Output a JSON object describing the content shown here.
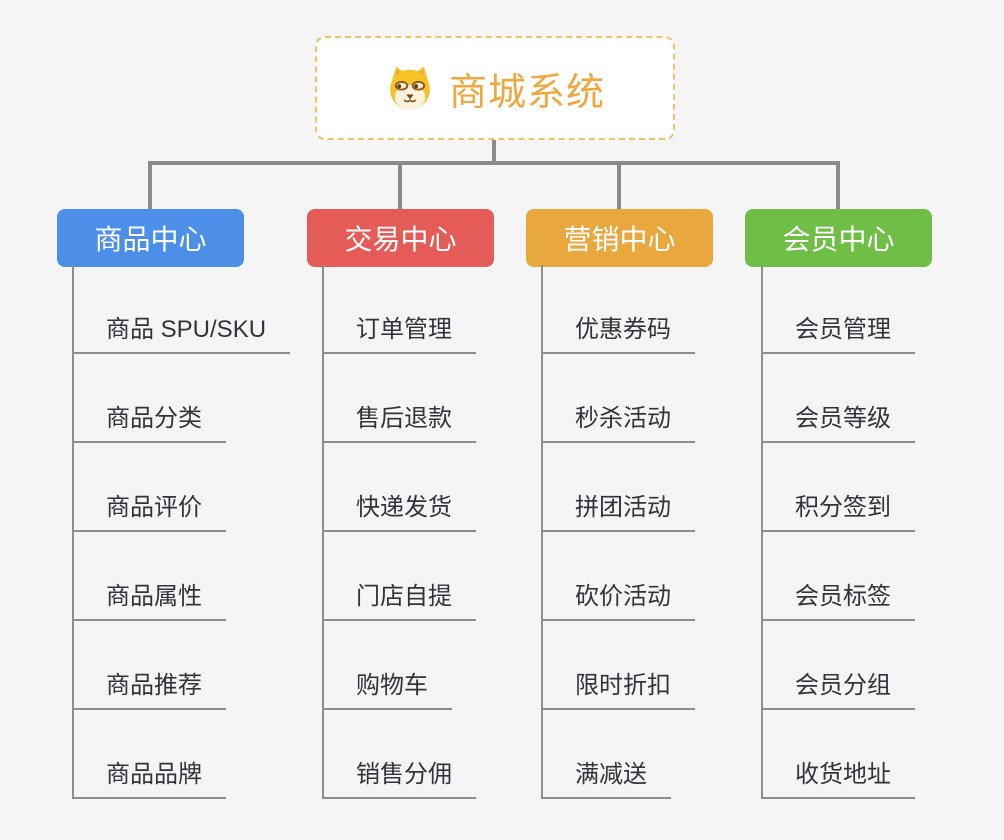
{
  "root": {
    "title": "商城系统",
    "icon": "shiba-dog-icon"
  },
  "branches": [
    {
      "label": "商品中心",
      "color": "#4b8fe8",
      "children": [
        "商品 SPU/SKU",
        "商品分类",
        "商品评价",
        "商品属性",
        "商品推荐",
        "商品品牌"
      ]
    },
    {
      "label": "交易中心",
      "color": "#e45b58",
      "children": [
        "订单管理",
        "售后退款",
        "快递发货",
        "门店自提",
        "购物车",
        "销售分佣"
      ]
    },
    {
      "label": "营销中心",
      "color": "#e9a83e",
      "children": [
        "优惠券码",
        "秒杀活动",
        "拼团活动",
        "砍价活动",
        "限时折扣",
        "满减送"
      ]
    },
    {
      "label": "会员中心",
      "color": "#6fbe46",
      "children": [
        "会员管理",
        "会员等级",
        "积分签到",
        "会员标签",
        "会员分组",
        "收货地址"
      ]
    }
  ],
  "style_tokens": {
    "root_title_color": "#f0a83e",
    "root_border_color": "#f2c268",
    "connector_color": "#8a8a8a",
    "leaf_line_color": "#8e8e8e",
    "leaf_text_color": "#33333b",
    "background_color": "#f5f5f6"
  }
}
